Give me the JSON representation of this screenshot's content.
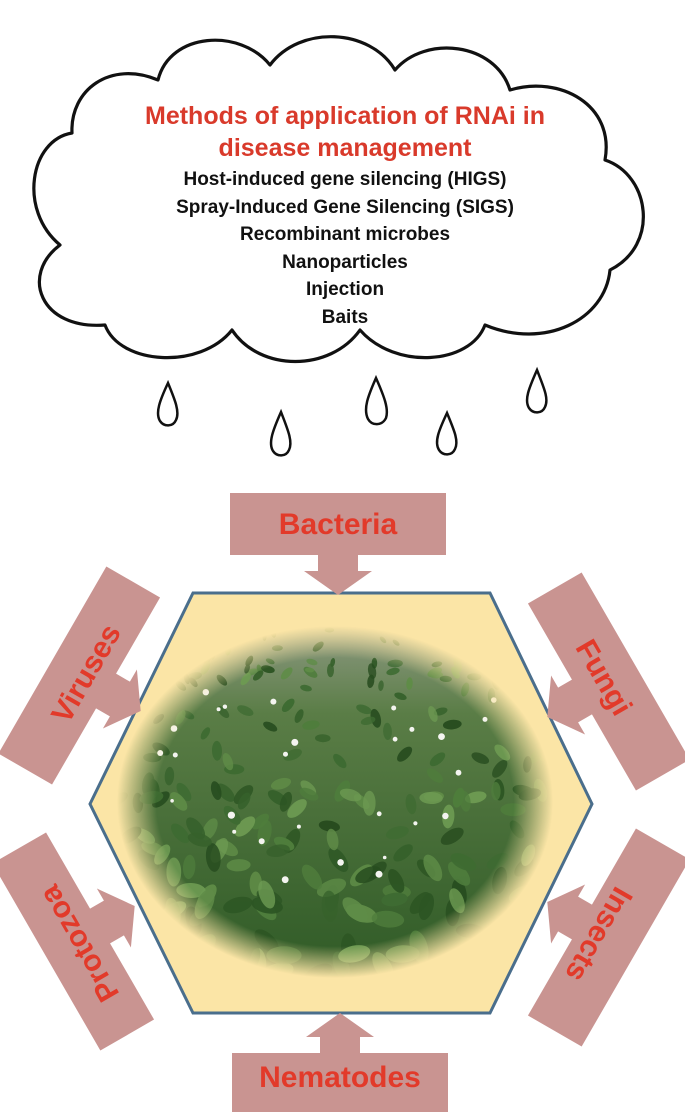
{
  "cloud": {
    "title_lines": [
      "Methods of application of RNAi in",
      "disease management"
    ],
    "methods": [
      "Host-induced gene silencing (HIGS)",
      "Spray-Induced Gene Silencing (SIGS)",
      "Recombinant microbes",
      "Nanoparticles",
      "Injection",
      "Baits"
    ]
  },
  "pathogens": {
    "bacteria": "Bacteria",
    "fungi": "Fungi",
    "insects": "Insects",
    "nematodes": "Nematodes",
    "protozoa": "Protozoa",
    "viruses": "Viruses"
  },
  "colors": {
    "arrow_fill": "#c99491",
    "label_text": "#e23a2a",
    "title_text": "#d93a2b",
    "hexagon_fill": "#fbe5a6",
    "hexagon_stroke": "#4a6e8c",
    "leaf_green": "#3e6b32"
  },
  "icons": {
    "raindrop": "raindrop-icon",
    "plant_field": "sesame-field-photo"
  }
}
